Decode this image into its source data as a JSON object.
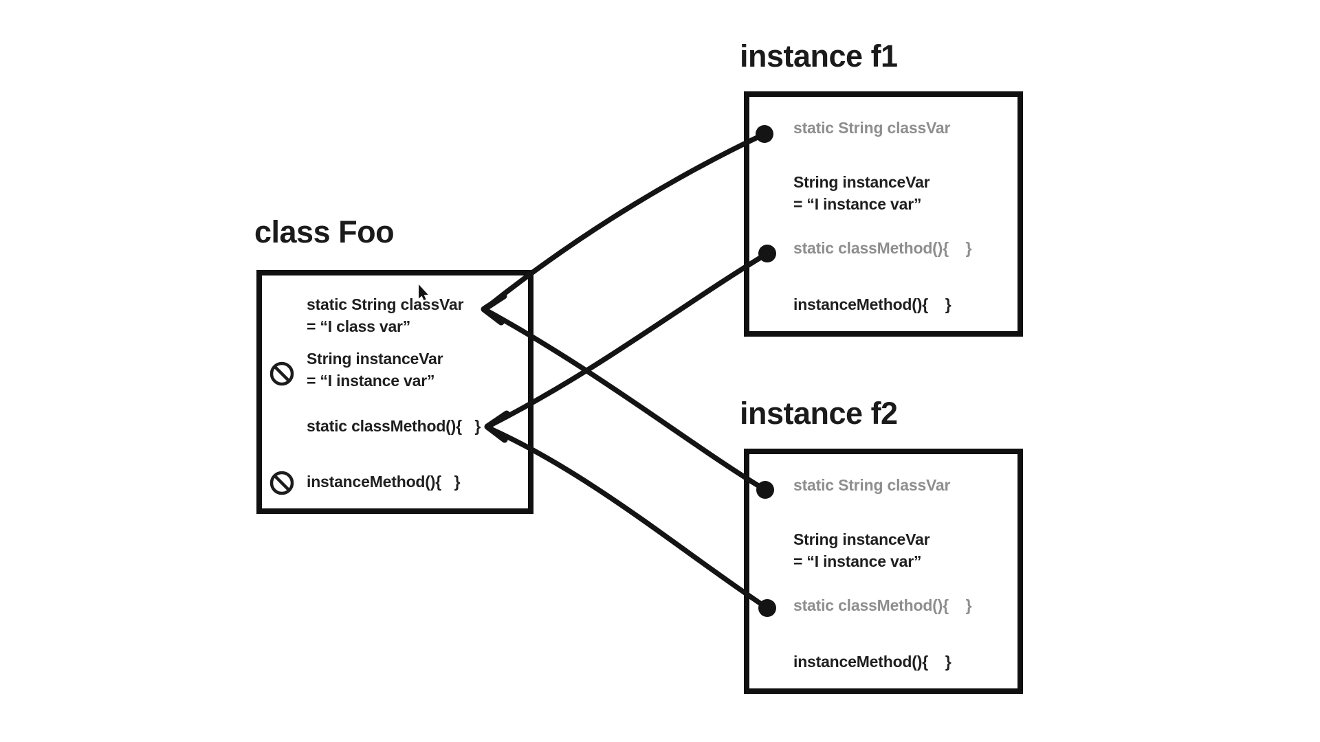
{
  "diagram": {
    "colors": {
      "background": "#ffffff",
      "ink": "#141414",
      "text_black": "#1f1f1f",
      "text_gray": "#8e8e8e"
    },
    "class_box": {
      "title": "class Foo",
      "rows": {
        "class_var_line1": "static String classVar",
        "class_var_line2": "= “I class var”",
        "instance_var_line1": "String instanceVar",
        "instance_var_line2": "= “I instance var”",
        "class_method": "static classMethod(){   }",
        "instance_method": "instanceMethod(){   }"
      }
    },
    "instance_boxes": [
      {
        "title": "instance f1",
        "rows": {
          "class_var": "static String classVar",
          "instance_var_line1": "String instanceVar",
          "instance_var_line2": "= “I instance var”",
          "class_method": "static classMethod(){    }",
          "instance_method": "instanceMethod(){    }"
        }
      },
      {
        "title": "instance f2",
        "rows": {
          "class_var": "static String classVar",
          "instance_var_line1": "String instanceVar",
          "instance_var_line2": "= “I instance var”",
          "class_method": "static classMethod(){    }",
          "instance_method": "instanceMethod(){    }"
        }
      }
    ],
    "connections": [
      {
        "from": "instance f1 : static String classVar",
        "to": "class Foo : static String classVar"
      },
      {
        "from": "instance f1 : static classMethod()",
        "to": "class Foo : static classMethod()"
      },
      {
        "from": "instance f2 : static String classVar",
        "to": "class Foo : static String classVar"
      },
      {
        "from": "instance f2 : static classMethod()",
        "to": "class Foo : static classMethod()"
      }
    ],
    "prohibited_rows": [
      "class Foo : String instanceVar",
      "class Foo : instanceMethod()"
    ],
    "cursor": {
      "present": true
    }
  }
}
